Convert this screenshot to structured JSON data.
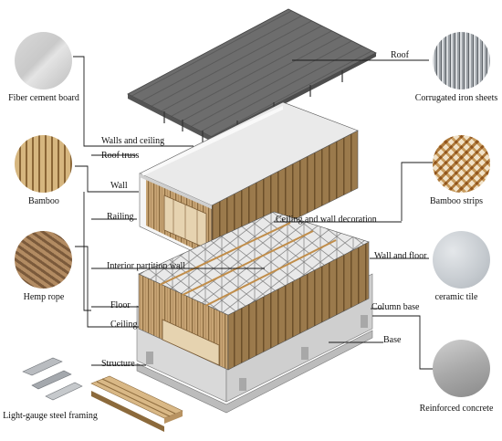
{
  "materials_left": {
    "fiber_cement": "Fiber cement board",
    "bamboo": "Bamboo",
    "hemp_rope": "Hemp rope",
    "steel_framing": "Light-gauge steel framing"
  },
  "materials_right": {
    "corrugated_iron": "Corrugated iron sheets",
    "bamboo_strips": "Bamboo strips",
    "ceramic_tile": "ceramic tile",
    "reinforced_concrete": "Reinforced concrete"
  },
  "parts": {
    "roof": "Roof",
    "walls_ceiling": "Walls and ceiling",
    "roof_truss": "Roof truss",
    "wall": "Wall",
    "railing": "Railing",
    "ceiling_wall_decoration": "Ceiling and wall decoration",
    "wall_floor": "Wall and floor",
    "interior_partition": "Interior partition wall",
    "floor": "Floor",
    "column_base": "Column base",
    "ceiling": "Ceiling",
    "base": "Base",
    "structure": "Structure"
  },
  "colors": {
    "roof": "#6f6f6f",
    "wall_bamboo": "#b99767",
    "slab": "#e7e7e7",
    "concrete": "#cfcfcf",
    "leader": "#1a1a1a"
  }
}
